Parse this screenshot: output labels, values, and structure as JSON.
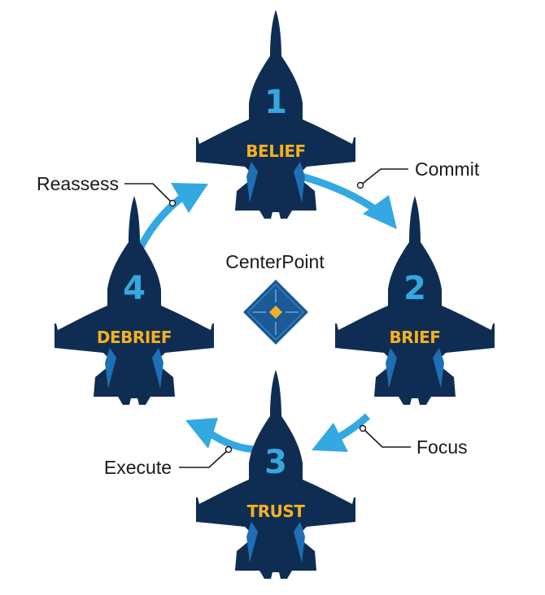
{
  "center": {
    "label": "CenterPoint"
  },
  "jets": [
    {
      "number": "1",
      "label": "BELIEF"
    },
    {
      "number": "2",
      "label": "BRIEF"
    },
    {
      "number": "3",
      "label": "TRUST"
    },
    {
      "number": "4",
      "label": "DEBRIEF"
    }
  ],
  "transitions": [
    {
      "label": "Commit"
    },
    {
      "label": "Focus"
    },
    {
      "label": "Execute"
    },
    {
      "label": "Reassess"
    }
  ],
  "colors": {
    "jet_body": "#0f2d52",
    "jet_tail_accent": "#1e6fb3",
    "number": "#34a8e0",
    "label": "#f5b021",
    "arrow": "#34a8e0",
    "center_diamond": "#1b5a96",
    "center_dot": "#f5b021"
  }
}
